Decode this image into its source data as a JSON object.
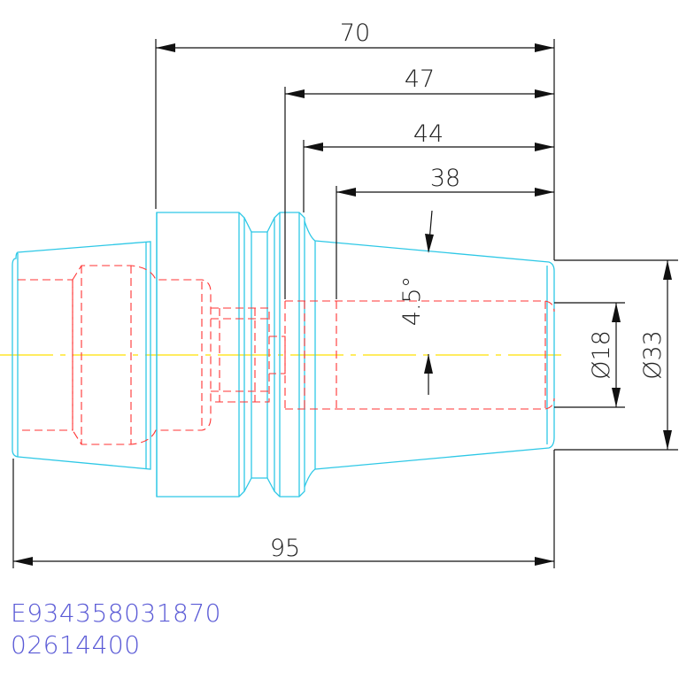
{
  "dimensions": {
    "overall_top": "70",
    "d47": "47",
    "d44": "44",
    "d38": "38",
    "angle": "4.5°",
    "dia_bore": "Ø18",
    "dia_outer": "Ø33",
    "overall_length": "95"
  },
  "codes": {
    "part_code": "E934358031870",
    "order_code": "02614400"
  },
  "colors": {
    "outline": "#2ec8e6",
    "hidden": "#ff3333",
    "centerline": "#ffe000",
    "dimension": "#111111",
    "code_text": "#5a5ad6"
  }
}
